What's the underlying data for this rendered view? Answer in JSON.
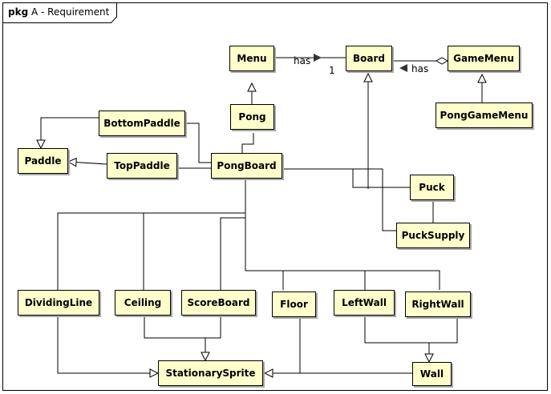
{
  "package": {
    "keyword": "pkg",
    "name": "A - Requirement"
  },
  "classes": {
    "menu": "Menu",
    "board": "Board",
    "game_menu": "GameMenu",
    "pong": "Pong",
    "pong_game_menu": "PongGameMenu",
    "bottom_paddle": "BottomPaddle",
    "paddle": "Paddle",
    "top_paddle": "TopPaddle",
    "pong_board": "PongBoard",
    "puck": "Puck",
    "puck_supply": "PuckSupply",
    "dividing_line": "DividingLine",
    "ceiling": "Ceiling",
    "score_board": "ScoreBoard",
    "floor": "Floor",
    "left_wall": "LeftWall",
    "right_wall": "RightWall",
    "stationary_sprite": "StationarySprite",
    "wall": "Wall"
  },
  "associations": {
    "menu_board_label": "has",
    "menu_board_multiplicity": "1",
    "gamemenu_board_label": "has"
  },
  "colors": {
    "class_fill": "#ffffcc",
    "line": "#000000",
    "shadow": "#a9a9a9"
  }
}
